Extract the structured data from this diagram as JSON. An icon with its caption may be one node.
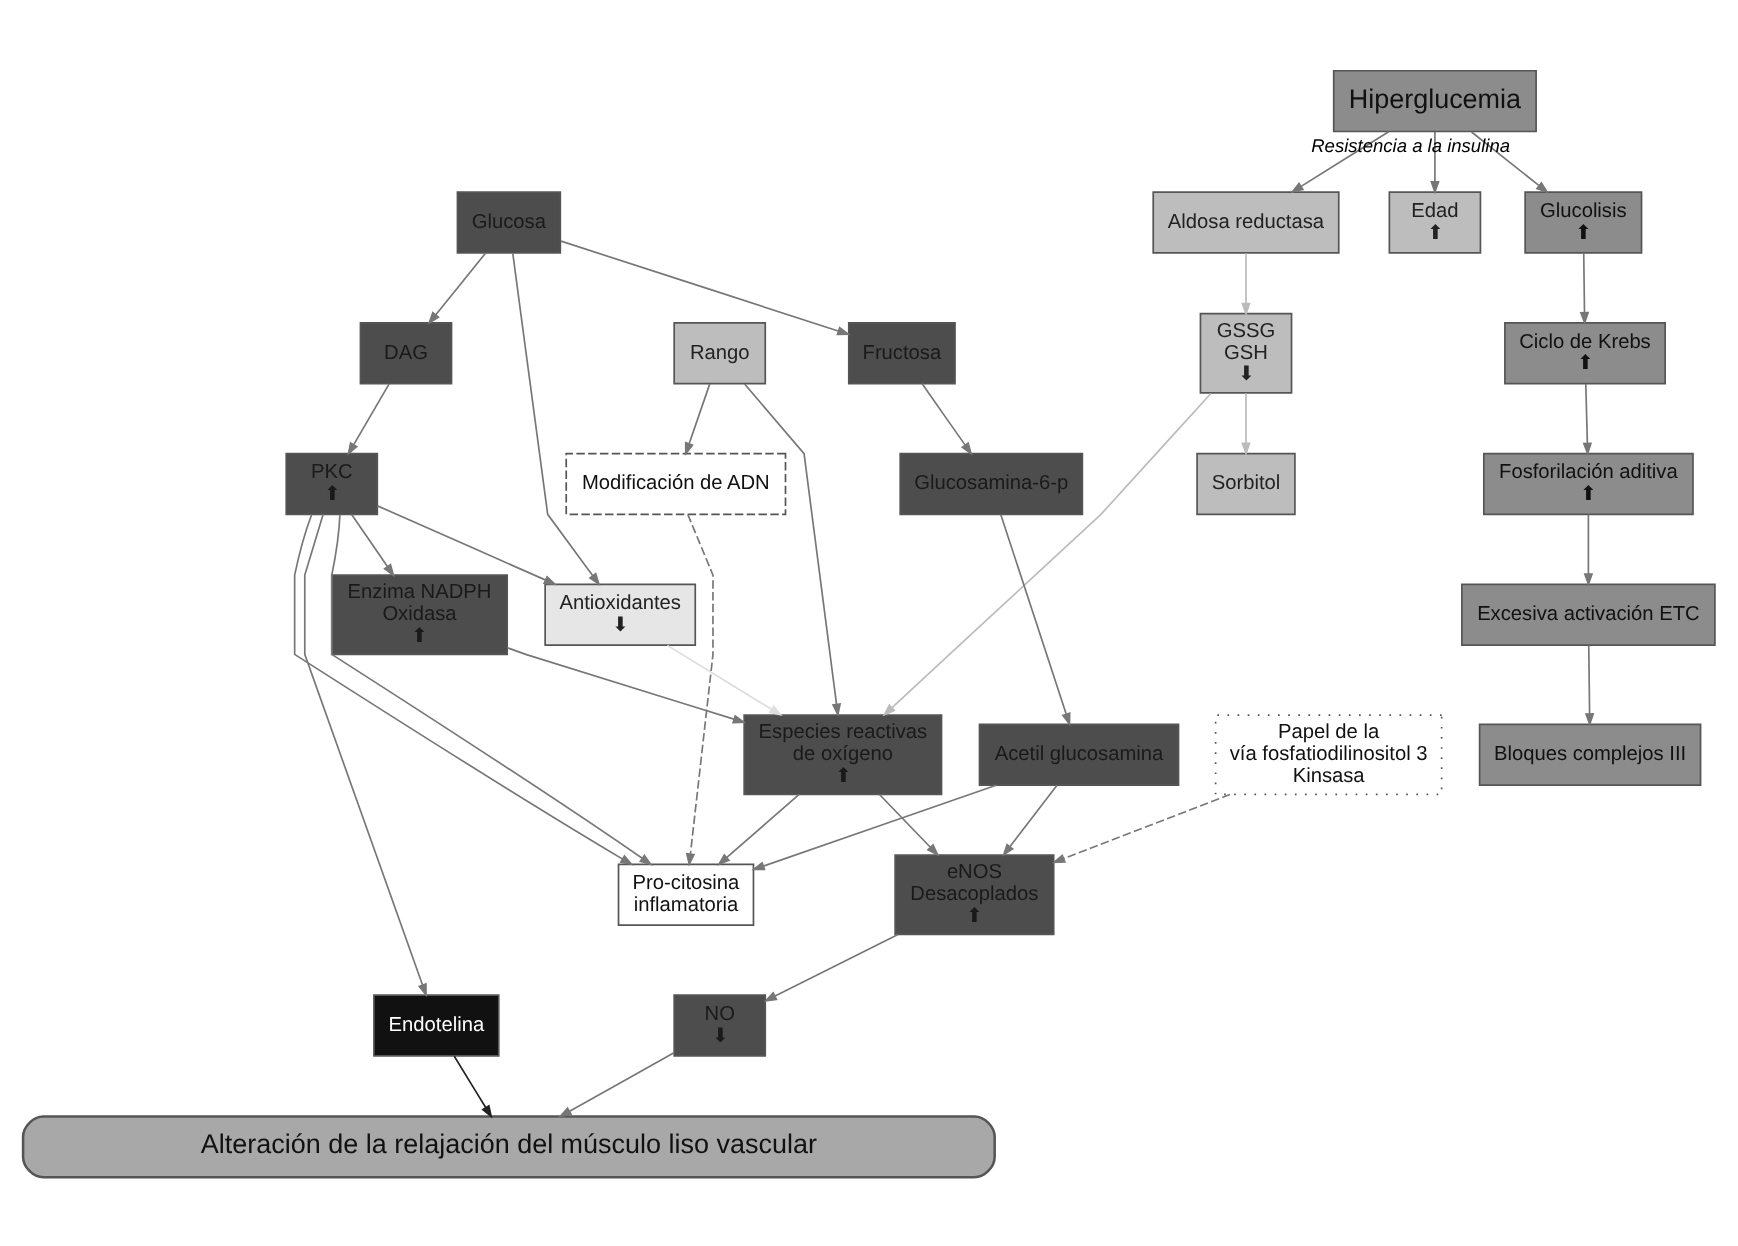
{
  "diagram": {
    "nodes": [
      {
        "text": [
          "Hiperglucemia"
        ]
      },
      {
        "text": [
          "Aldosa reductasa"
        ]
      },
      {
        "text": [
          "GSSG GSH",
          "⬇"
        ]
      },
      {
        "text": [
          "Sorbitol"
        ]
      },
      {
        "text": [
          "Edad",
          "⬆"
        ]
      },
      {
        "text": [
          "Glucosa"
        ]
      },
      {
        "text": [
          "DAG"
        ]
      },
      {
        "text": [
          "Rango"
        ]
      },
      {
        "text": [
          "PKC",
          "⬆"
        ]
      },
      {
        "text": [
          "Endotelina"
        ]
      },
      {
        "text": [
          "Antioxidantes",
          "⬇"
        ]
      },
      {
        "text": [
          "Fructosa"
        ]
      },
      {
        "text": [
          "Glucosamina-6-p"
        ]
      },
      {
        "text": [
          "Acetil glucosamina"
        ]
      },
      {
        "text": [
          "Papel de la vía fosfatiodilinositol 3 Kinsasa"
        ]
      },
      {
        "text": [
          "Modificación de ADN"
        ]
      },
      {
        "text": [
          "Enzima NADPH Oxidasa",
          "⬆"
        ]
      },
      {
        "text": [
          "Pro-citosina inflamatoria"
        ]
      },
      {
        "text": [
          "Especies reactivas de oxígeno",
          "⬆"
        ]
      },
      {
        "text": [
          "eNOS Desacoplados",
          "⬆"
        ]
      },
      {
        "text": [
          "NO",
          "⬇"
        ]
      },
      {
        "text": [
          "Glucolisis",
          "⬆"
        ]
      },
      {
        "text": [
          "Ciclo de Krebs",
          "⬆"
        ]
      },
      {
        "text": [
          "Fosforilación aditiva",
          "⬆"
        ]
      },
      {
        "text": [
          "Excesiva activación ETC"
        ]
      },
      {
        "text": [
          "Bloques complejos III"
        ]
      },
      {
        "text": [
          "Alteración de la relajación del músculo liso vascular"
        ]
      }
    ],
    "edges": [
      {
        "from": 0,
        "to": 1,
        "arrow": "to"
      },
      {
        "from": 0,
        "to": 4,
        "arrow": "to"
      },
      {
        "from": 0,
        "to": 21,
        "arrow": "to",
        "label": "Resistencia a la insulina"
      },
      {
        "from": 1,
        "to": 2,
        "arrow": "to",
        "color": "#bbbbbb"
      },
      {
        "from": 2,
        "to": 3,
        "arrow": "to",
        "color": "#bbbbbb"
      },
      {
        "from": 2,
        "to": 18,
        "arrow": "to",
        "color": "#bbbbbb"
      },
      {
        "from": 5,
        "to": 6,
        "arrow": "to"
      },
      {
        "from": 5,
        "to": 11,
        "arrow": "to"
      },
      {
        "from": 5,
        "to": 10,
        "arrow": "to"
      },
      {
        "from": 6,
        "to": 8,
        "arrow": "to"
      },
      {
        "from": 7,
        "to": 15,
        "arrow": "to"
      },
      {
        "from": 7,
        "to": 18,
        "arrow": "to"
      },
      {
        "from": 8,
        "to": 9,
        "arrow": "to"
      },
      {
        "from": 8,
        "to": 10,
        "arrow": "to"
      },
      {
        "from": 8,
        "to": 16,
        "arrow": "to"
      },
      {
        "from": 8,
        "to": 17,
        "arrow": "to"
      },
      {
        "from": 8,
        "to": 17,
        "arrow": "to"
      },
      {
        "from": 10,
        "to": 18,
        "arrow": "to",
        "color": "#dddddd"
      },
      {
        "from": 11,
        "to": 12,
        "arrow": "to"
      },
      {
        "from": 12,
        "to": 13,
        "arrow": "to"
      },
      {
        "from": 13,
        "to": 19,
        "arrow": "to"
      },
      {
        "from": 13,
        "to": 17,
        "arrow": "to"
      },
      {
        "from": 15,
        "to": 17,
        "arrow": "to",
        "style": "dashed"
      },
      {
        "from": 14,
        "to": 19,
        "arrow": "to",
        "style": "dashed"
      },
      {
        "from": 16,
        "to": 18,
        "arrow": "to"
      },
      {
        "from": 18,
        "to": 17,
        "arrow": "to"
      },
      {
        "from": 18,
        "to": 19,
        "arrow": "to"
      },
      {
        "from": 19,
        "to": 20,
        "arrow": "to"
      },
      {
        "from": 20,
        "to": 26,
        "arrow": "to"
      },
      {
        "from": 9,
        "to": 26,
        "arrow": "to",
        "color": "#222222"
      },
      {
        "from": 21,
        "to": 22,
        "arrow": "to"
      },
      {
        "from": 22,
        "to": 23,
        "arrow": "to"
      },
      {
        "from": 23,
        "to": 24,
        "arrow": "to"
      },
      {
        "from": 24,
        "to": 25,
        "arrow": "to"
      }
    ]
  }
}
